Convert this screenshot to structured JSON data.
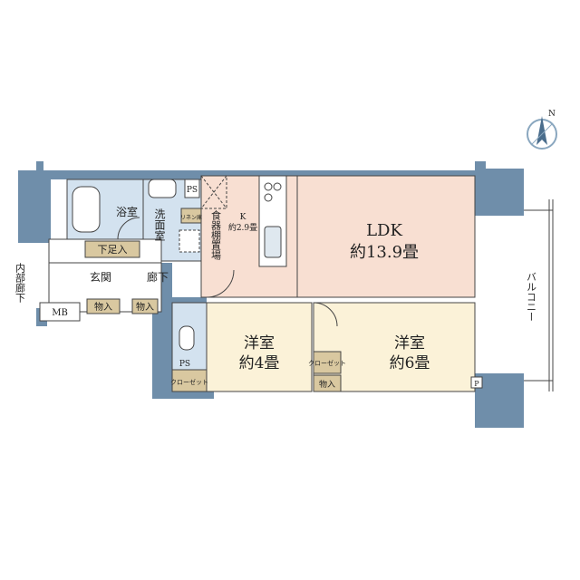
{
  "compass": {
    "label": "N"
  },
  "rooms": {
    "ldk": {
      "name": "LDK",
      "size": "約13.9畳"
    },
    "western_small": {
      "name": "洋室",
      "size": "約4畳"
    },
    "western_large": {
      "name": "洋室",
      "size": "約6畳"
    },
    "kitchen": {
      "name": "K",
      "size": "約2.9畳"
    },
    "bath": {
      "name": "浴室"
    },
    "washroom": {
      "name": "洗面室"
    },
    "entrance": {
      "name": "玄関"
    },
    "hallway": {
      "name": "廊下"
    },
    "interior_hallway": {
      "name": "内部廊下"
    },
    "balcony": {
      "name": "バルコニー"
    }
  },
  "storage": {
    "pantry": "食器棚置場",
    "linen": "リネン庫",
    "shoe_storage": "下足入",
    "storage_entrance": "物入",
    "storage_hallway": "物入",
    "closet_small": "クローゼット",
    "closet_large": "クローゼット",
    "storage_large_room": "物入"
  },
  "labels": {
    "mb": "MB",
    "ps_top": "PS",
    "ps_bottom": "PS",
    "p": "P"
  },
  "colors": {
    "wall": "#6f8eaa",
    "ldk_floor": "#f8dfd2",
    "room_floor": "#fbf2d8",
    "wet_floor": "#d3e2ef",
    "storage_tag": "#d9c8a0",
    "outline": "#333333"
  }
}
